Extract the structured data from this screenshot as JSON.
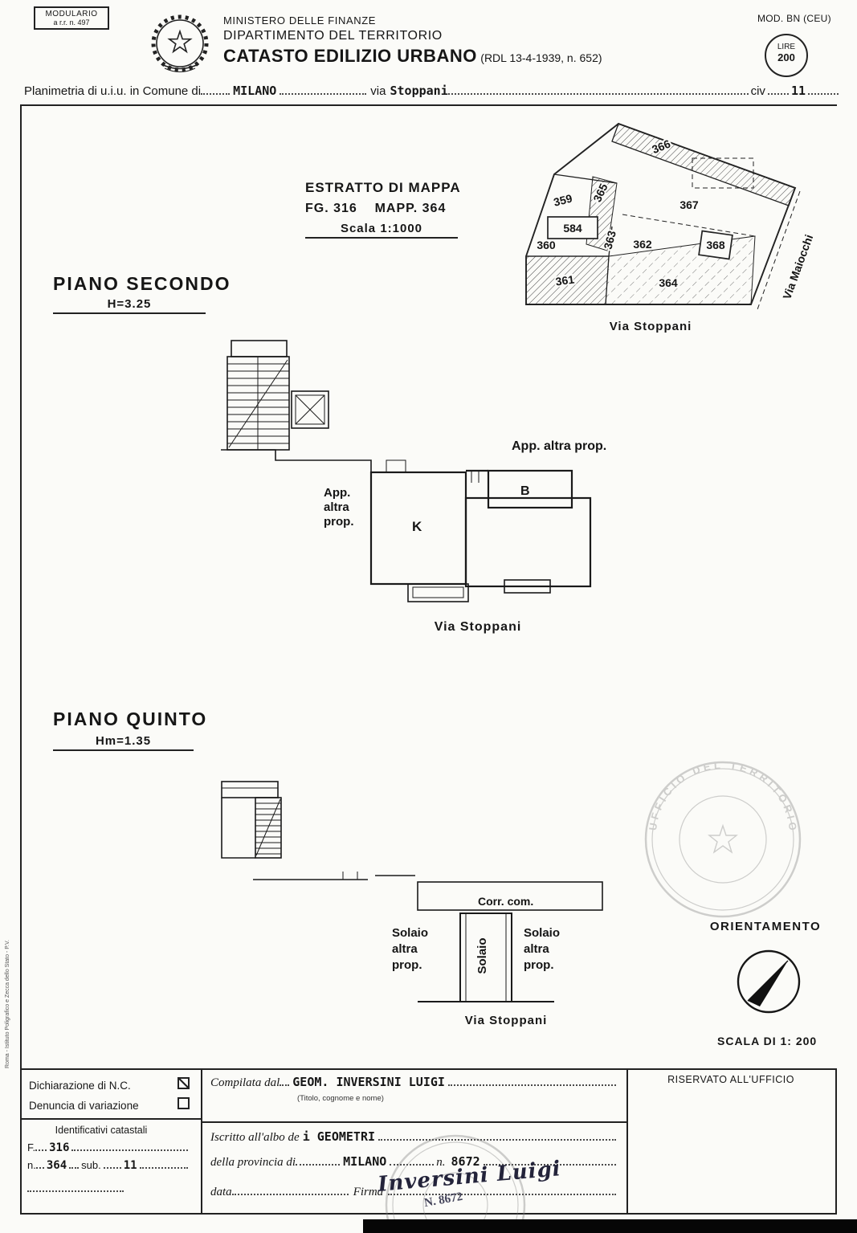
{
  "header": {
    "modulario_line1": "MODULARIO",
    "modulario_line2": "a r.r. n. 497",
    "ministry_line1": "MINISTERO DELLE FINANZE",
    "ministry_line2": "DIPARTIMENTO DEL TERRITORIO",
    "title": "CATASTO EDILIZIO URBANO",
    "title_ref": "(RDL 13-4-1939, n. 652)",
    "mod_label": "MOD. BN (CEU)",
    "lire_label": "LIRE",
    "lire_value": "200"
  },
  "address_line": {
    "prefix": "Planimetria di u.i.u. in Comune di",
    "comune": "MILANO",
    "via_label": "via",
    "via_value": "Stoppani",
    "civ_label": "civ",
    "civ_value": "11"
  },
  "map": {
    "title": "ESTRATTO DI MAPPA",
    "sheet": "FG. 316    MAPP. 364",
    "scale": "Scala 1:1000",
    "parcels": [
      "366",
      "367",
      "359",
      "365",
      "584",
      "360",
      "363",
      "362",
      "368",
      "361",
      "364"
    ],
    "street_right": "Via Maiocchi",
    "street_bottom": "Via Stoppani"
  },
  "piano_secondo": {
    "title": "PIANO SECONDO",
    "height": "H=3.25",
    "app_top": "App. altra prop.",
    "app_left": [
      "App.",
      "altra",
      "prop."
    ],
    "room_k": "K",
    "room_b": "B",
    "street": "Via Stoppani"
  },
  "piano_quinto": {
    "title": "PIANO QUINTO",
    "height": "Hm=1.35",
    "corridor": "Corr. com.",
    "solaio_left": [
      "Solaio",
      "altra",
      "prop."
    ],
    "solaio_shaft": "Solaio",
    "solaio_right": [
      "Solaio",
      "altra",
      "prop."
    ],
    "street": "Via Stoppani"
  },
  "orientation": {
    "title": "ORIENTAMENTO",
    "scale": "SCALA DI 1: 200"
  },
  "stamps": {
    "office_stamp_text": "UFFICIO DEL TERRITORIO",
    "registry_number": "N. 8672"
  },
  "footer": {
    "dichiarazione": "Dichiarazione di N.C.",
    "denuncia": "Denuncia di variazione",
    "identificativi": "Identificativi catastali",
    "f_label": "F.",
    "f_value": "316",
    "n_label": "n.",
    "n_value": "364",
    "sub_label": "sub.",
    "sub_value": "11",
    "compilata_label": "Compilata dal",
    "compilata_value": "GEOM. INVERSINI LUIGI",
    "compilata_note": "(Titolo, cognome e nome)",
    "iscritto_label": "Iscritto all'albo de",
    "iscritto_value": "i GEOMETRI",
    "provincia_label": "della provincia di",
    "provincia_value": "MILANO",
    "albo_n_label": "n.",
    "albo_n_value": "8672",
    "data_label": "data",
    "firma_label": "Firma",
    "signature": "Inversini Luigi",
    "riservato": "RISERVATO ALL'UFFICIO"
  },
  "side_note": "Roma - Istituto Poligrafico e Zecca dello Stato - P.V."
}
